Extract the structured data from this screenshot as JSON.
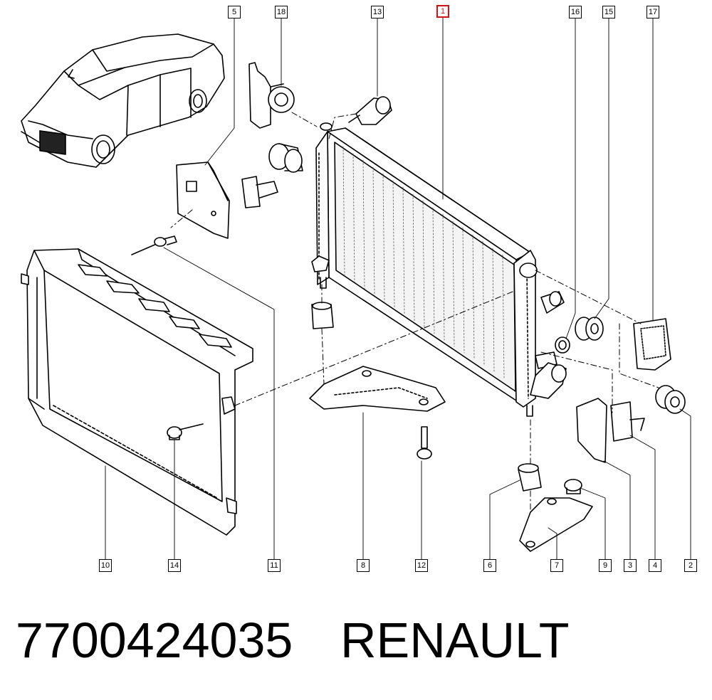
{
  "callouts": [
    {
      "id": "c5",
      "label": "5"
    },
    {
      "id": "c18",
      "label": "18"
    },
    {
      "id": "c13",
      "label": "13"
    },
    {
      "id": "c1",
      "label": "1"
    },
    {
      "id": "c16",
      "label": "16"
    },
    {
      "id": "c15",
      "label": "15"
    },
    {
      "id": "c17",
      "label": "17"
    },
    {
      "id": "c10",
      "label": "10"
    },
    {
      "id": "c14",
      "label": "14"
    },
    {
      "id": "c11",
      "label": "11"
    },
    {
      "id": "c8",
      "label": "8"
    },
    {
      "id": "c12",
      "label": "12"
    },
    {
      "id": "c6",
      "label": "6"
    },
    {
      "id": "c7",
      "label": "7"
    },
    {
      "id": "c9",
      "label": "9"
    },
    {
      "id": "c3",
      "label": "3"
    },
    {
      "id": "c4",
      "label": "4"
    },
    {
      "id": "c2",
      "label": "2"
    }
  ],
  "highlight_color": "#d21414",
  "caption": {
    "part_number": "7700424035",
    "brand": "RENAULT"
  }
}
